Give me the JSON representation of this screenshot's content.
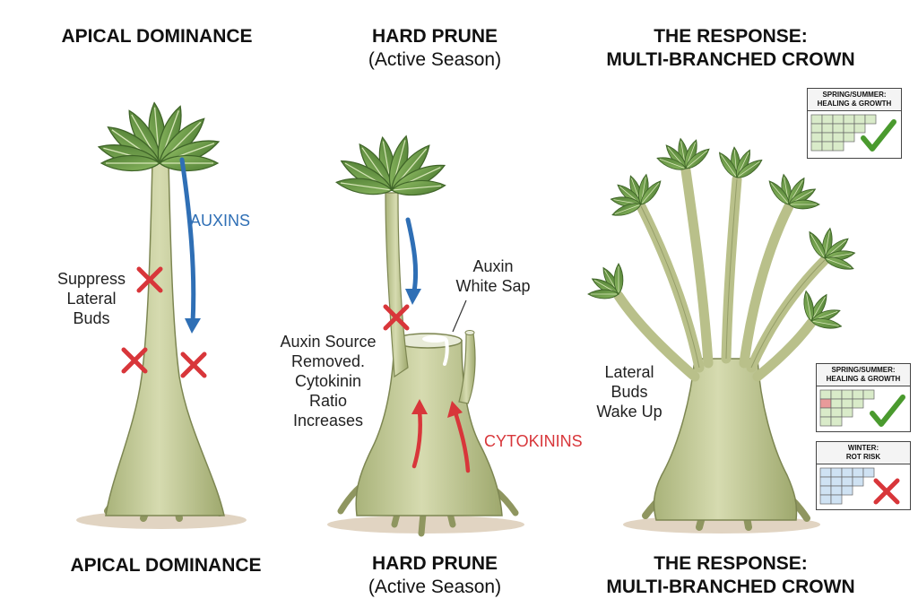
{
  "top_titles": {
    "left": "APICAL DOMINANCE",
    "center_main": "HARD PRUNE",
    "center_sub": "(Active Season)",
    "right_line1": "THE RESPONSE:",
    "right_line2": "MULTI-BRANCHED CROWN"
  },
  "bottom_titles": {
    "left": "APICAL DOMINANCE",
    "center_main": "HARD PRUNE",
    "center_sub": "(Active Season)",
    "right_line1": "THE RESPONSE:",
    "right_line2": "MULTI-BRANCHED CROWN"
  },
  "labels": {
    "auxins": "AUXINS",
    "suppress_1": "Suppress",
    "suppress_2": "Lateral",
    "suppress_3": "Buds",
    "auxin_sap_1": "Auxin",
    "auxin_sap_2": "White Sap",
    "removed_1": "Auxin Source",
    "removed_2": "Removed.",
    "removed_3": "Cytokinin",
    "removed_4": "Ratio",
    "removed_5": "Increases",
    "cytokinins": "CYTOKININS",
    "wake_1": "Lateral",
    "wake_2": "Buds",
    "wake_3": "Wake Up"
  },
  "calendars": [
    {
      "line1": "SPRING/SUMMER:",
      "line2": "HEALING & GROWTH",
      "status": "check"
    },
    {
      "line1": "SPRING/SUMMER:",
      "line2": "HEALING & GROWTH",
      "status": "check"
    },
    {
      "line1": "WINTER:",
      "line2": "ROT RISK",
      "status": "cross"
    }
  ],
  "colors": {
    "auxin_blue": "#2f6fb5",
    "cytokinin_red": "#d8363a",
    "trunk": "#c9cf9f",
    "leaf": "#6f9a4a",
    "check_green": "#4a9a2e",
    "cross_red": "#d8363a"
  },
  "icons": [
    "cross-icon",
    "check-icon",
    "arrow-icon"
  ]
}
